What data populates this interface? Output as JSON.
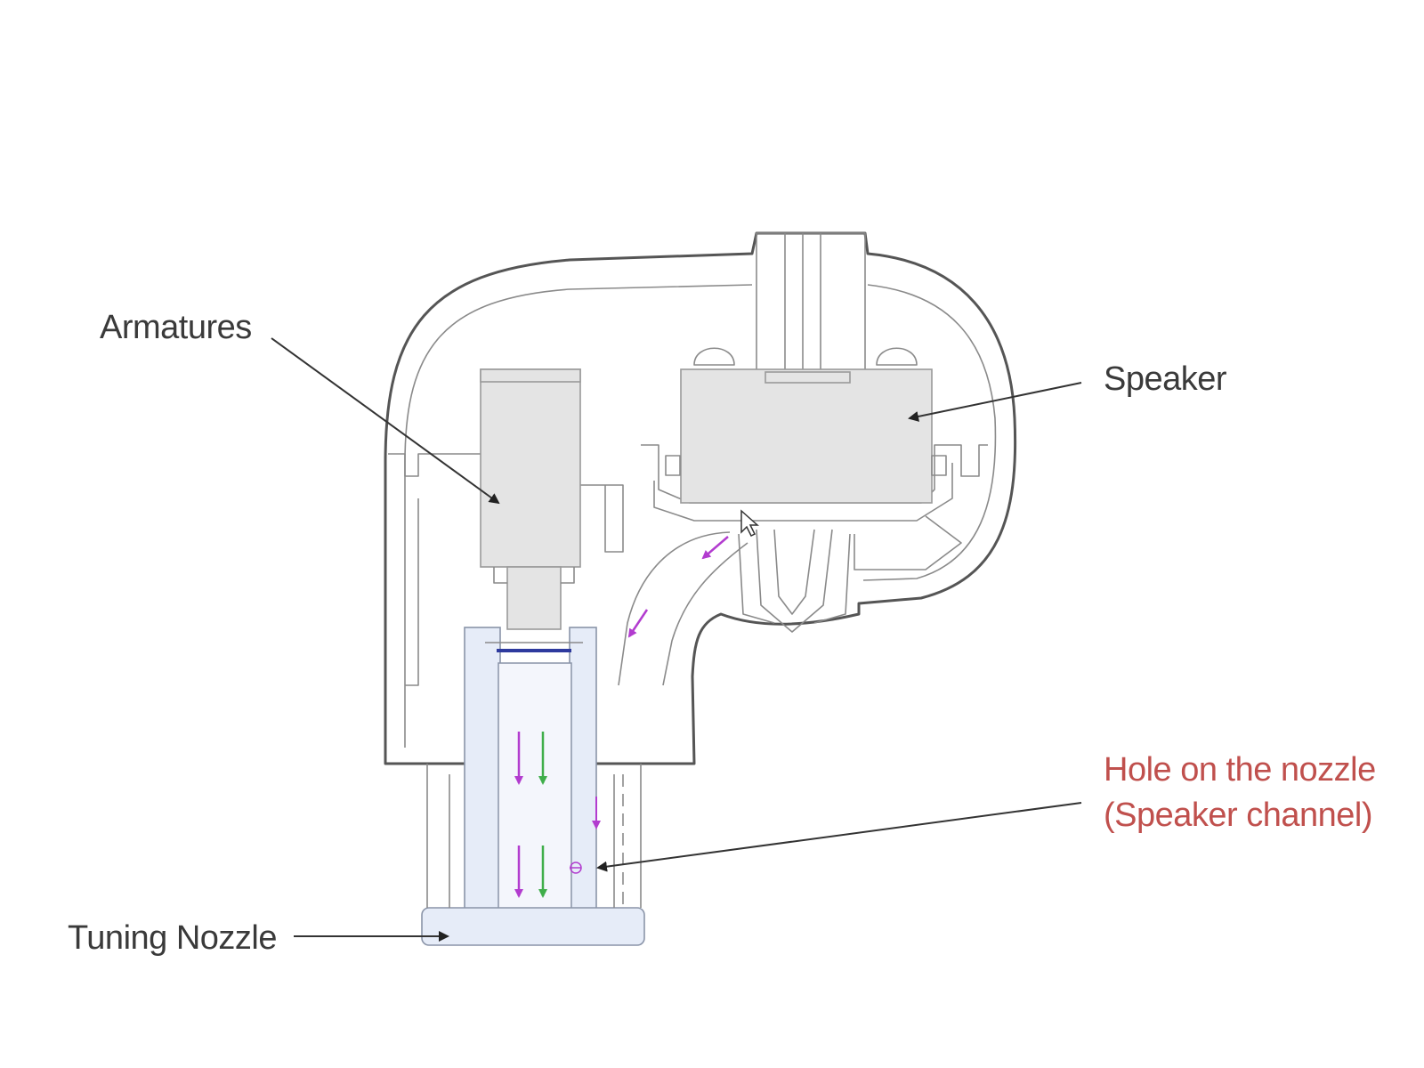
{
  "labels": {
    "armatures": "Armatures",
    "speaker": "Speaker",
    "hole_line1": "Hole on the nozzle",
    "hole_line2": "(Speaker channel)",
    "tuning_nozzle": "Tuning Nozzle"
  },
  "colors": {
    "text": "#3a3a3a",
    "highlight_text": "#c0504d",
    "magenta_arrow": "#b23ccf",
    "green_arrow": "#3fae4a",
    "filter_blue": "#2e3a9e",
    "nozzle_fill": "#e6ecf8"
  },
  "icons": {
    "cursor": "mouse-pointer-icon"
  }
}
